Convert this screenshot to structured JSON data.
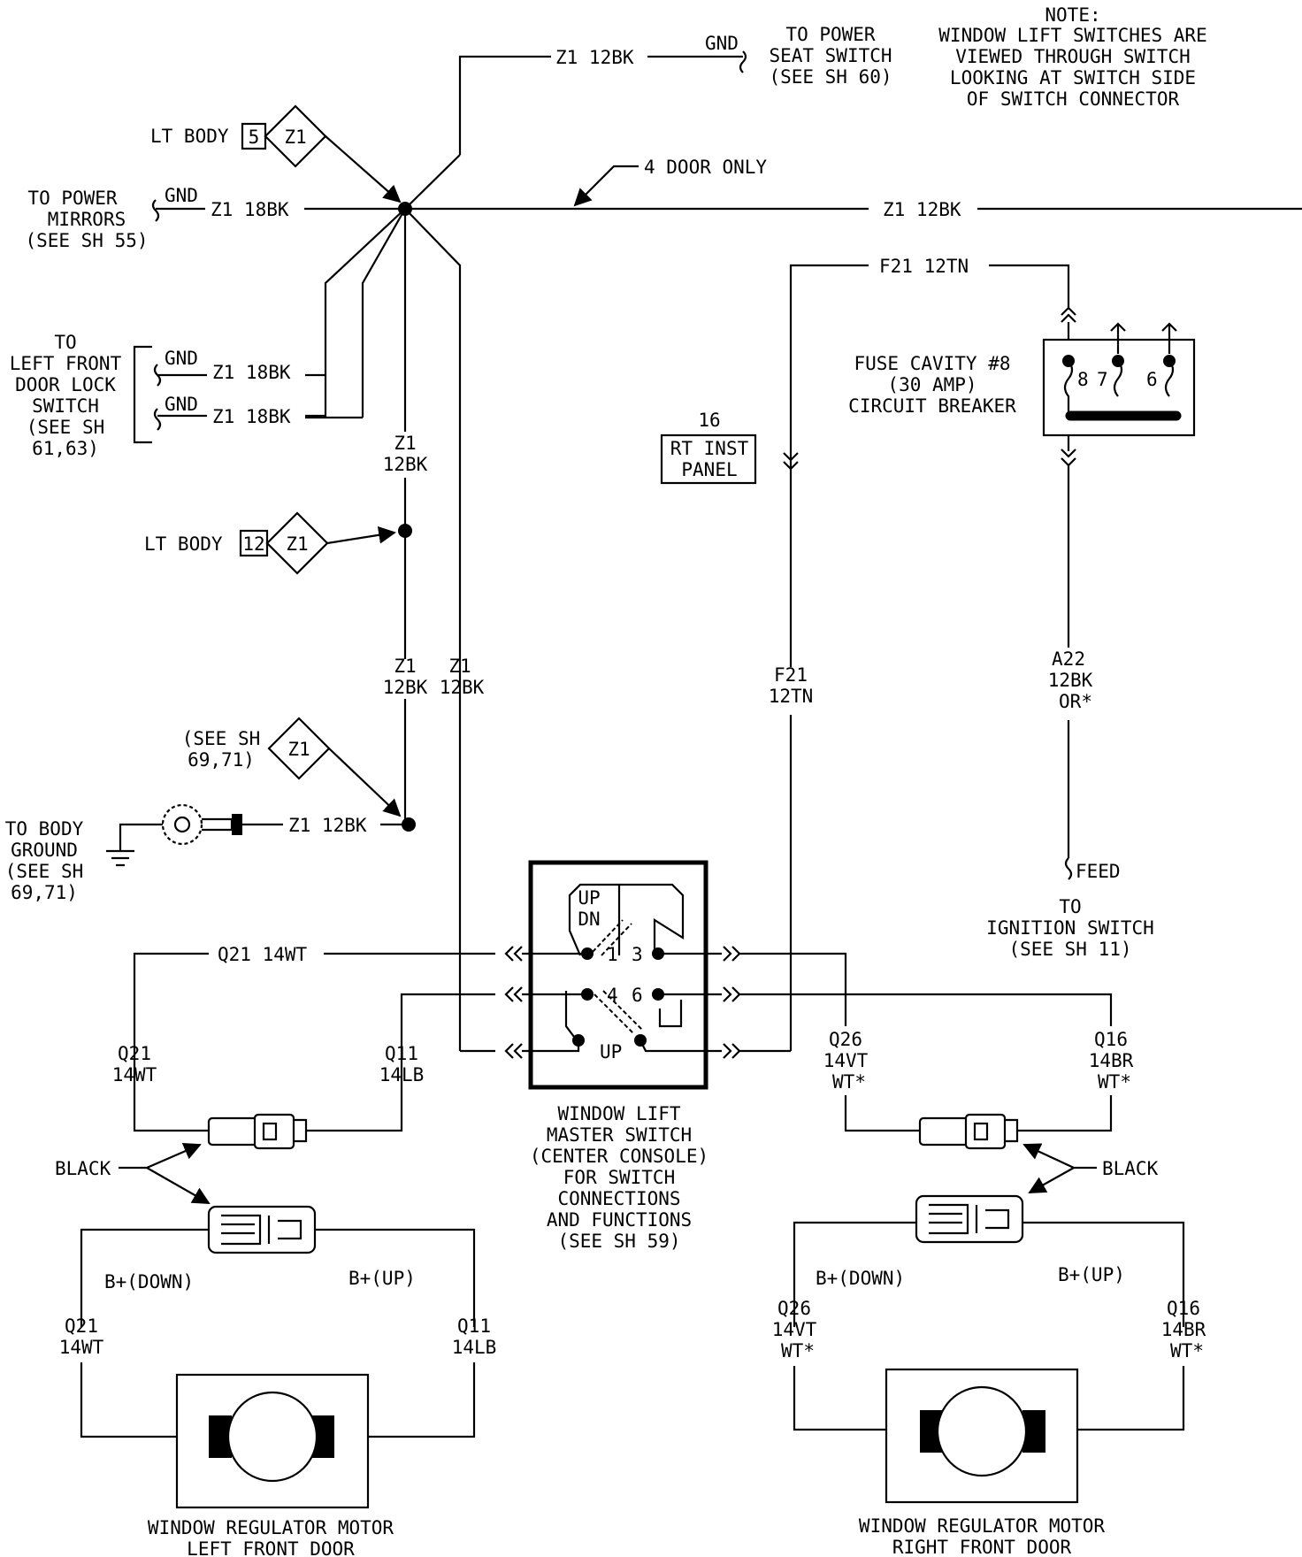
{
  "note": {
    "title": "NOTE:",
    "lines": [
      "WINDOW LIFT SWITCHES ARE",
      "VIEWED THROUGH SWITCH",
      "LOOKING AT SWITCH SIDE",
      "OF SWITCH CONNECTOR"
    ]
  },
  "power_seat": {
    "wire": "Z1 12BK",
    "gnd": "GND",
    "lines": [
      "TO POWER",
      "SEAT SWITCH",
      "(SEE SH 60)"
    ]
  },
  "lt_body_5": {
    "label": "LT BODY",
    "pin": "5",
    "code": "Z1"
  },
  "power_mirrors": {
    "lines": [
      "TO POWER",
      "MIRRORS",
      "(SEE SH 55)"
    ],
    "gnd": "GND",
    "wire": "Z1 18BK"
  },
  "four_door": {
    "label": "4 DOOR ONLY",
    "wire": "Z1 12BK"
  },
  "f21_top": "F21 12TN",
  "fuse": {
    "lines": [
      "FUSE CAVITY #8",
      "(30 AMP)",
      "CIRCUIT BREAKER"
    ],
    "pins": [
      "8",
      "7",
      "6"
    ]
  },
  "door_lock": {
    "lines": [
      "TO",
      "LEFT FRONT",
      "DOOR LOCK",
      "SWITCH",
      "(SEE SH",
      "61,63)"
    ],
    "gnd1": "GND",
    "wire1": "Z1 18BK",
    "gnd2": "GND",
    "wire2": "Z1 18BK"
  },
  "z1_center": [
    "Z1",
    "12BK"
  ],
  "rt_inst": {
    "number": "16",
    "lines": [
      "RT INST",
      "PANEL"
    ]
  },
  "lt_body_12": {
    "label": "LT BODY",
    "pin": "12",
    "code": "Z1"
  },
  "z1_lower_a": [
    "Z1",
    "12BK"
  ],
  "z1_lower_b": [
    "Z1",
    "12BK"
  ],
  "f21_mid": [
    "F21",
    "12TN"
  ],
  "a22": [
    "A22",
    "12BK",
    "OR*"
  ],
  "see_sh_69": {
    "lines": [
      "(SEE SH",
      "69,71)"
    ],
    "code": "Z1"
  },
  "body_ground": {
    "lines": [
      "TO BODY",
      "GROUND",
      "(SEE SH",
      "69,71)"
    ],
    "wire": "Z1 12BK"
  },
  "ignition": {
    "feed": "FEED",
    "lines": [
      "TO",
      "IGNITION SWITCH",
      "(SEE SH 11)"
    ]
  },
  "master_switch": {
    "up_dn": [
      "UP",
      "DN"
    ],
    "pins": [
      "1",
      "3",
      "4",
      "6"
    ],
    "up": "UP",
    "lines": [
      "WINDOW LIFT",
      "MASTER SWITCH",
      "(CENTER CONSOLE)",
      "FOR SWITCH",
      "CONNECTIONS",
      "AND FUNCTIONS",
      "(SEE SH 59)"
    ]
  },
  "q21_top": "Q21 14WT",
  "left_door": {
    "q21": [
      "Q21",
      "14WT"
    ],
    "q11": [
      "Q11",
      "14LB"
    ],
    "black": "BLACK",
    "down": "B+(DOWN)",
    "up": "B+(UP)",
    "q21b": [
      "Q21",
      "14WT"
    ],
    "q11b": [
      "Q11",
      "14LB"
    ],
    "lines": [
      "WINDOW REGULATOR MOTOR",
      "LEFT FRONT DOOR"
    ]
  },
  "right_door": {
    "q26": [
      "Q26",
      "14VT",
      "WT*"
    ],
    "q16": [
      "Q16",
      "14BR",
      "WT*"
    ],
    "black": "BLACK",
    "down": "B+(DOWN)",
    "up": "B+(UP)",
    "q26b": [
      "Q26",
      "14VT",
      "WT*"
    ],
    "q16b": [
      "Q16",
      "14BR",
      "WT*"
    ],
    "lines": [
      "WINDOW REGULATOR MOTOR",
      "RIGHT FRONT DOOR"
    ]
  }
}
